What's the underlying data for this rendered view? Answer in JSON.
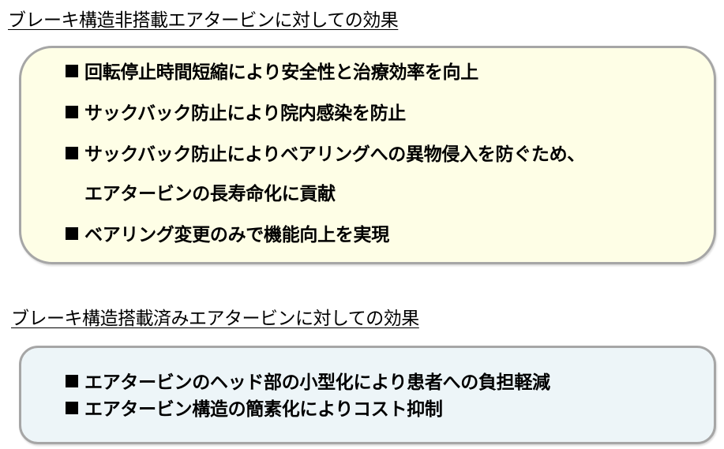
{
  "section1": {
    "title": "ブレーキ構造非搭載エアタービンに対しての効果",
    "box_bg": "#fefee6",
    "lines": [
      {
        "bullet": true,
        "text": "回転停止時間短縮により安全性と治療効率を向上"
      },
      {
        "bullet": true,
        "text": "サックバック防止により院内感染を防止"
      },
      {
        "bullet": true,
        "text": "サックバック防止によりベアリングへの異物侵入を防ぐため、"
      },
      {
        "bullet": false,
        "text": "エアタービンの長寿命化に貢献"
      },
      {
        "bullet": true,
        "text": "ベアリング変更のみで機能向上を実現"
      }
    ]
  },
  "section2": {
    "title": "ブレーキ構造搭載済みエアタービンに対しての効果",
    "box_bg": "#edf5f8",
    "lines": [
      {
        "bullet": true,
        "text": "エアタービンのヘッド部の小型化により患者への負担軽減"
      },
      {
        "bullet": true,
        "text": "エアタービン構造の簡素化によりコスト抑制"
      }
    ]
  },
  "border_color": "#a6a6a6",
  "bullet_icon": "black-square-icon"
}
